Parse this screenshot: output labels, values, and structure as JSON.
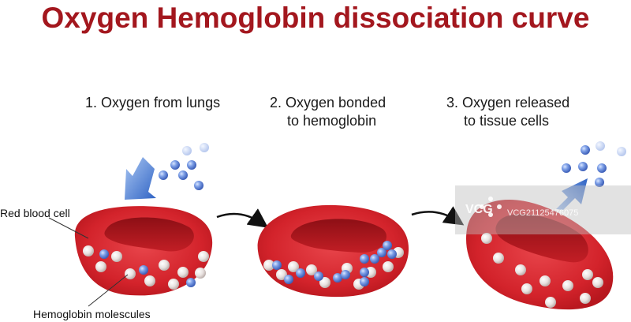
{
  "title": "Oxygen Hemoglobin dissociation curve",
  "steps": [
    {
      "line1": "1. Oxygen  from lungs",
      "line2": ""
    },
    {
      "line1": "2. Oxygen bonded",
      "line2": "to hemoglobin"
    },
    {
      "line1": "3. Oxygen released",
      "line2": "to tissue cells"
    }
  ],
  "labels": {
    "red_blood_cell": "Red blood cell",
    "hemoglobin": "Hemoglobin molescules"
  },
  "watermark": {
    "logo_text": "VCG",
    "id_text": "VCG21125476075"
  },
  "colors": {
    "title": "#a3171e",
    "cell": "#d8282f",
    "cell_dark": "#a1141b",
    "oxygen": "#5b7fd6",
    "hemoglobin": "#ece6e4",
    "arrow_blue": "#3f76d2"
  }
}
